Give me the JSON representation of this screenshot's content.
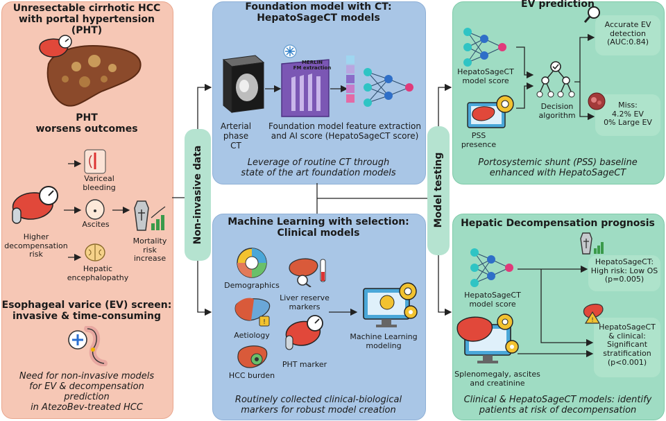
{
  "colors": {
    "left_panel": "#f6c7b5",
    "left_border": "#e9a68d",
    "blue_panel": "#a9c6e6",
    "blue_border": "#8fb0d6",
    "green_panel": "#9fdcc3",
    "green_border": "#7fcaa9",
    "pill": "#aee3cb",
    "label_pill": "#b5e3d0",
    "arrow": "#222222"
  },
  "left": {
    "title_line1": "Unresectable cirrhotic HCC",
    "title_line2": "with portal hypertension",
    "title_line3": "(PHT)",
    "pht_line1": "PHT",
    "pht_line2": "worsens outcomes",
    "variceal_bleeding_line1": "Variceal",
    "variceal_bleeding_line2": "bleeding",
    "ascites": "Ascites",
    "hepatic_enc_line1": "Hepatic",
    "hepatic_enc_line2": "encephalopathy",
    "higher_line1": "Higher",
    "higher_line2": "decompensation",
    "higher_line3": "risk",
    "mortality_line1": "Mortality",
    "mortality_line2": "risk",
    "mortality_line3": "increase",
    "ev_screen_line1": "Esophageal varice (EV) screen:",
    "ev_screen_line2": "invasive & time-consuming",
    "need_line1": "Need for non-invasive models",
    "need_line2": "for EV & decompensation",
    "need_line3": "prediction",
    "need_line4": "in AtezoBev-treated HCC"
  },
  "labels": {
    "non_invasive": "Non-invasive data",
    "model_testing": "Model testing"
  },
  "foundation": {
    "title_line1": "Foundation model with CT:",
    "title_line2": "HepatoSageCT models",
    "merlin_line1": "MERLIN",
    "merlin_line2": "FM extraction",
    "arterial_line1": "Arterial phase",
    "arterial_line2": "CT",
    "fe_line1": "Foundation model feature extraction",
    "fe_line2": "and AI score (HepatoSageCT score)",
    "caption_line1": "Leverage of routine CT through",
    "caption_line2": "state of the art foundation models"
  },
  "ml": {
    "title_line1": "Machine Learning with selection:",
    "title_line2": "Clinical models",
    "demographics": "Demographics",
    "liver_line1": "Liver reserve",
    "liver_line2": "markers",
    "aetiology": "Aetiology",
    "pht_marker": "PHT marker",
    "hcc_burden": "HCC burden",
    "ml_line1": "Machine Learning",
    "ml_line2": "modeling",
    "caption_line1": "Routinely collected clinical-biological",
    "caption_line2": "markers for robust model creation"
  },
  "ev": {
    "title": "EV prediction",
    "score_line1": "HepatoSageCT",
    "score_line2": "model score",
    "pss_line1": "PSS",
    "pss_line2": "presence",
    "decision_line1": "Decision",
    "decision_line2": "algorithm",
    "accurate_line1": "Accurate EV",
    "accurate_line2": "detection",
    "accurate_line3": "(AUC:0.84)",
    "miss_line1": "Miss:",
    "miss_line2": "4.2% EV",
    "miss_line3": "0% Large EV",
    "caption_line1": "Portosystemic shunt (PSS) baseline",
    "caption_line2": "enhanced with HepatoSageCT"
  },
  "hd": {
    "title": "Hepatic Decompensation prognosis",
    "score_line1": "HepatoSageCT",
    "score_line2": "model score",
    "spleno_line1": "Splenomegaly, ascites",
    "spleno_line2": "and creatinine",
    "highrisk_line1": "HepatoSageCT:",
    "highrisk_line2": "High risk: Low OS",
    "highrisk_line3": "(p=0.005)",
    "clinical_line1": "HepatoSageCT",
    "clinical_line2": "& clinical:",
    "clinical_line3": "Significant",
    "clinical_line4": "stratification",
    "clinical_line5": "(p<0.001)",
    "caption_line1": "Clinical & HepatoSageCT models: identify",
    "caption_line2": "patients at risk of decompensation"
  }
}
